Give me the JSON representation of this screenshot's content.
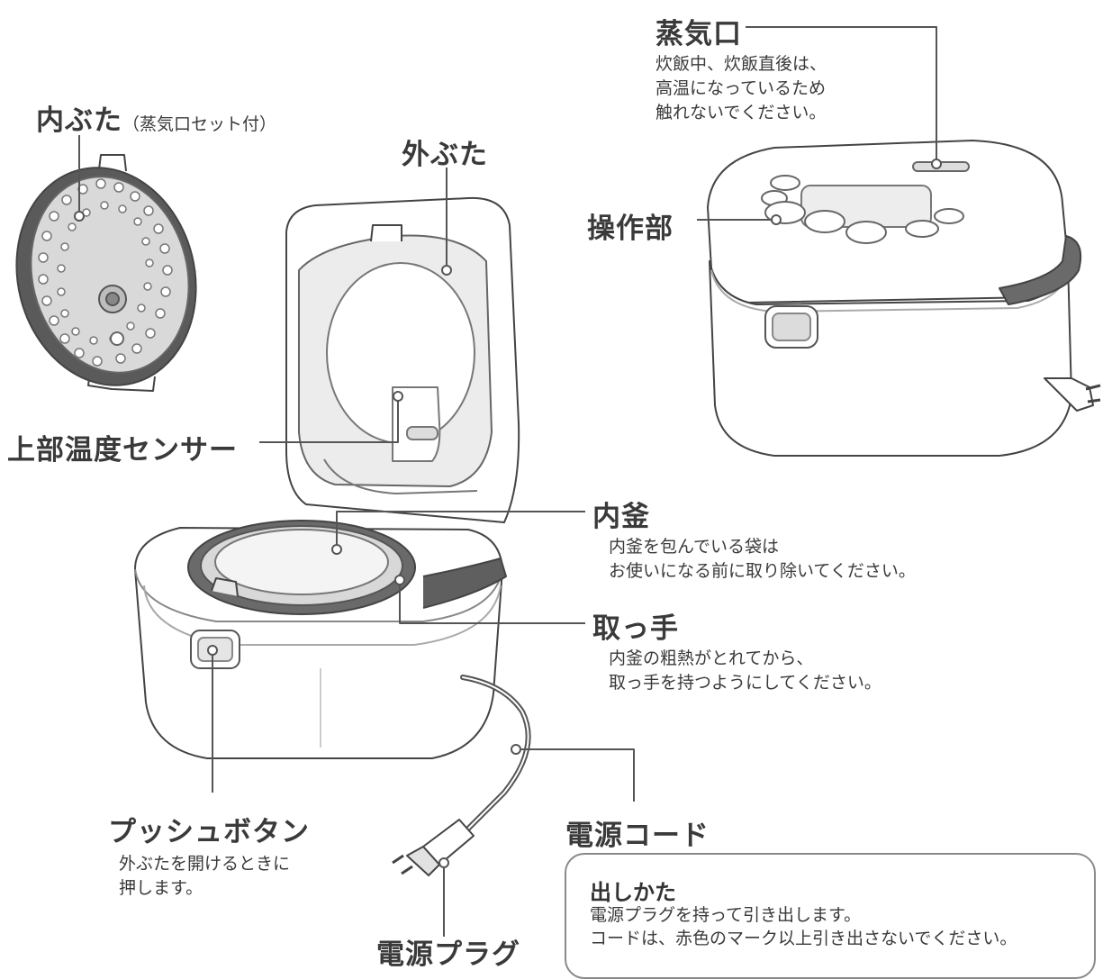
{
  "labels": {
    "inner_lid": "内ぶた",
    "inner_lid_note": "（蒸気口セット付）",
    "outer_lid": "外ぶた",
    "steam_vent": "蒸気口",
    "steam_vent_note": "炊飯中、炊飯直後は、\n高温になっているため\n触れないでください。",
    "control_panel": "操作部",
    "top_sensor": "上部温度センサー",
    "inner_pot": "内釜",
    "inner_pot_note": "内釜を包んでいる袋は\nお使いになる前に取り除いてください。",
    "handle": "取っ手",
    "handle_note": "内釜の粗熱がとれてから、\n取っ手を持つようにしてください。",
    "push_button": "プッシュボタン",
    "push_button_note": "外ぶたを開けるときに\n押します。",
    "power_cord": "電源コード",
    "power_plug": "電源プラグ"
  },
  "cord_box": {
    "title": "出しかた",
    "body": "電源プラグを持って引き出します。\nコードは、赤色のマーク以上引き出さないでください。"
  }
}
